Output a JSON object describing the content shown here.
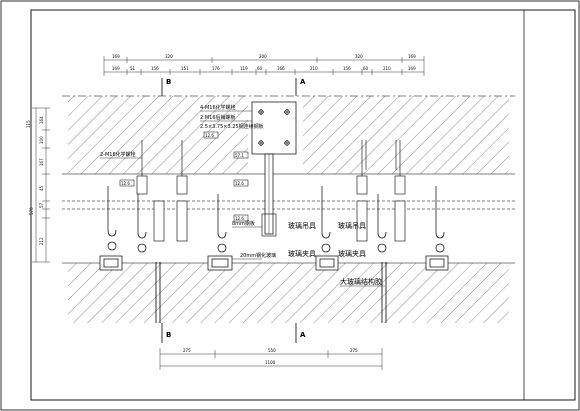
{
  "sections": {
    "b": "B",
    "a": "A"
  },
  "labels": {
    "anchor_bolt": "4-M16化学螺栓",
    "embed_plate": "2:M16后铺螺板",
    "steel_plate": "2.5×3.75×3.25钢连续钢板",
    "chem_anchor": "2-M16化学螺栓",
    "glass_hanger_1": "玻璃吊具",
    "glass_hanger_2": "玻璃吊具",
    "glass_clamp_1": "玻璃夹具",
    "glass_clamp_2": "玻璃夹具",
    "mesh_note": "8mm钢板",
    "glass_note": "20mm钢化玻璃",
    "big_glass": "大玻璃结构胶",
    "tag_1": "12.6",
    "tag_2": "12.6",
    "tag_3": "12.6",
    "tag_4": "12.6",
    "tag_5": "57.1"
  },
  "top_dims": {
    "row1": [
      "169",
      "320",
      "200",
      "320",
      "169"
    ],
    "row2": [
      "169",
      "51",
      "156",
      "151",
      "176",
      "119",
      "60",
      "166",
      "210",
      "156",
      "60",
      "210",
      "169"
    ]
  },
  "bottom_dims": {
    "row1": [
      "275",
      "550",
      "275"
    ],
    "total": "1100"
  },
  "left_dims": [
    "115",
    "164",
    "100",
    "167",
    "45",
    "57",
    "212",
    "570"
  ]
}
